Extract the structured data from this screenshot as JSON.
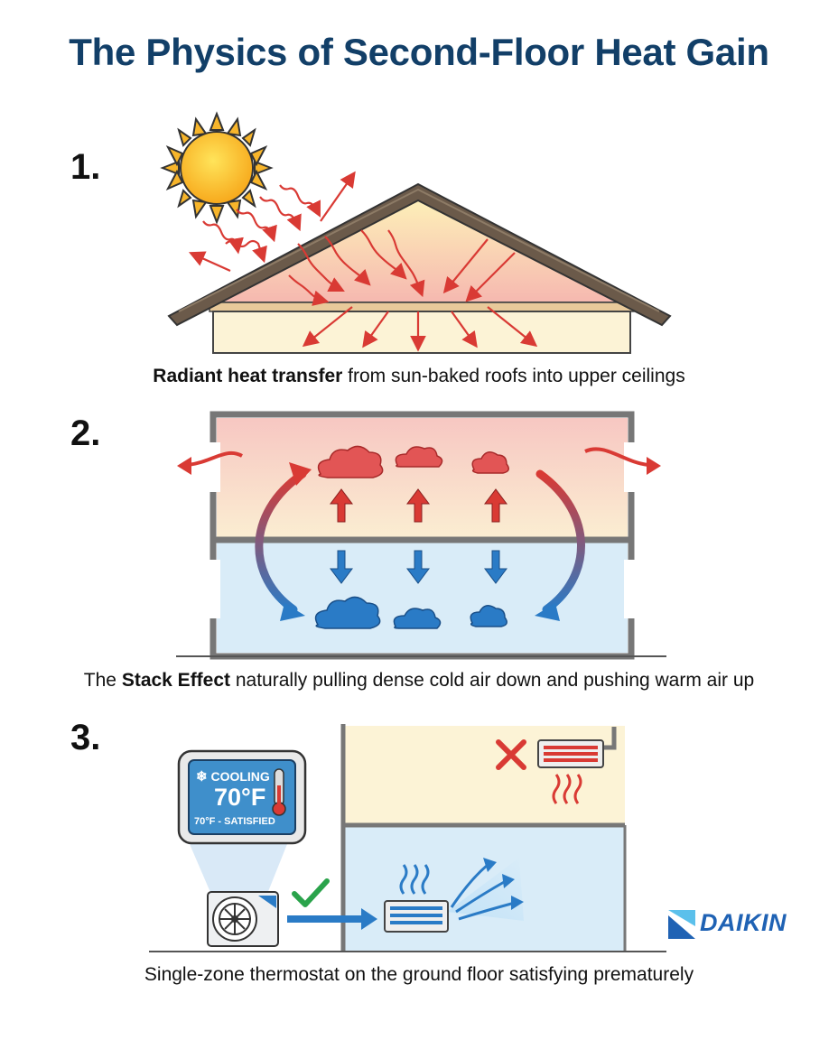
{
  "title": "The Physics of Second-Floor Heat Gain",
  "steps": [
    {
      "number": "1.",
      "caption_bold": "Radiant heat transfer",
      "caption_rest": " from sun-baked roofs into upper ceilings"
    },
    {
      "number": "2.",
      "caption_pre": "The ",
      "caption_bold": "Stack Effect",
      "caption_rest": " naturally pulling dense cold air down and pushing warm air up"
    },
    {
      "number": "3.",
      "caption_plain": "Single-zone thermostat on the ground floor satisfying prematurely"
    }
  ],
  "thermostat": {
    "mode": "COOLING",
    "temperature": "70°F",
    "status": "70°F - SATISFIED"
  },
  "brand": {
    "name": "DAIKIN",
    "color": "#1f62b4"
  },
  "colors": {
    "title": "#123f68",
    "heat": "#d93a34",
    "cold": "#2a7bc6"
  }
}
